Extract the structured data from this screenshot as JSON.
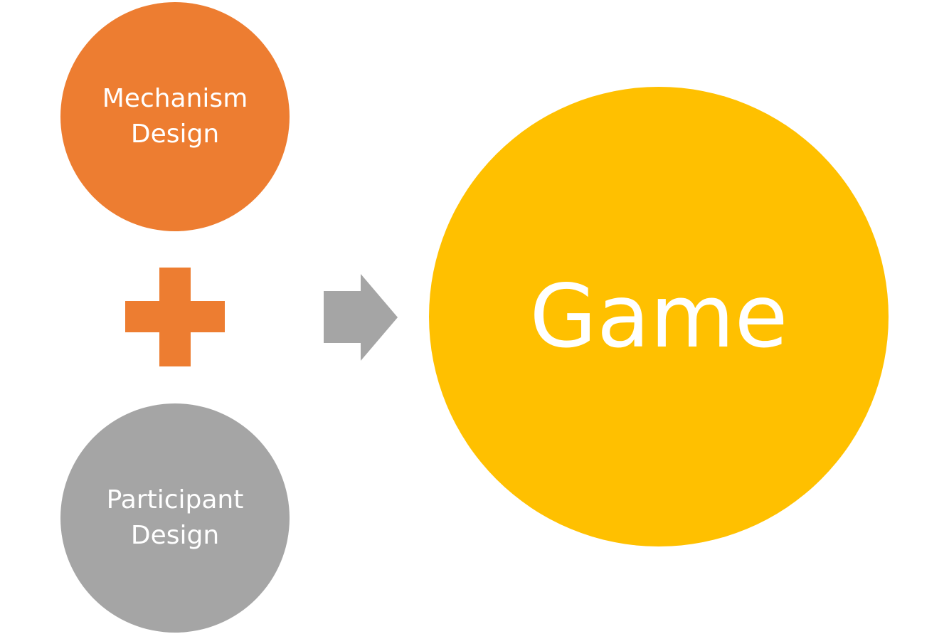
{
  "nodes": {
    "mechanism": {
      "line1": "Mechanism",
      "line2": "Design",
      "color": "#ED7D31"
    },
    "participant": {
      "line1": "Participant",
      "line2": "Design",
      "color": "#A5A5A5"
    },
    "game": {
      "label": "Game",
      "color": "#FFC000"
    }
  },
  "connectors": {
    "plus": {
      "icon": "plus-icon",
      "color": "#ED7D31"
    },
    "arrow": {
      "icon": "right-arrow-icon",
      "color": "#A5A5A5"
    }
  }
}
